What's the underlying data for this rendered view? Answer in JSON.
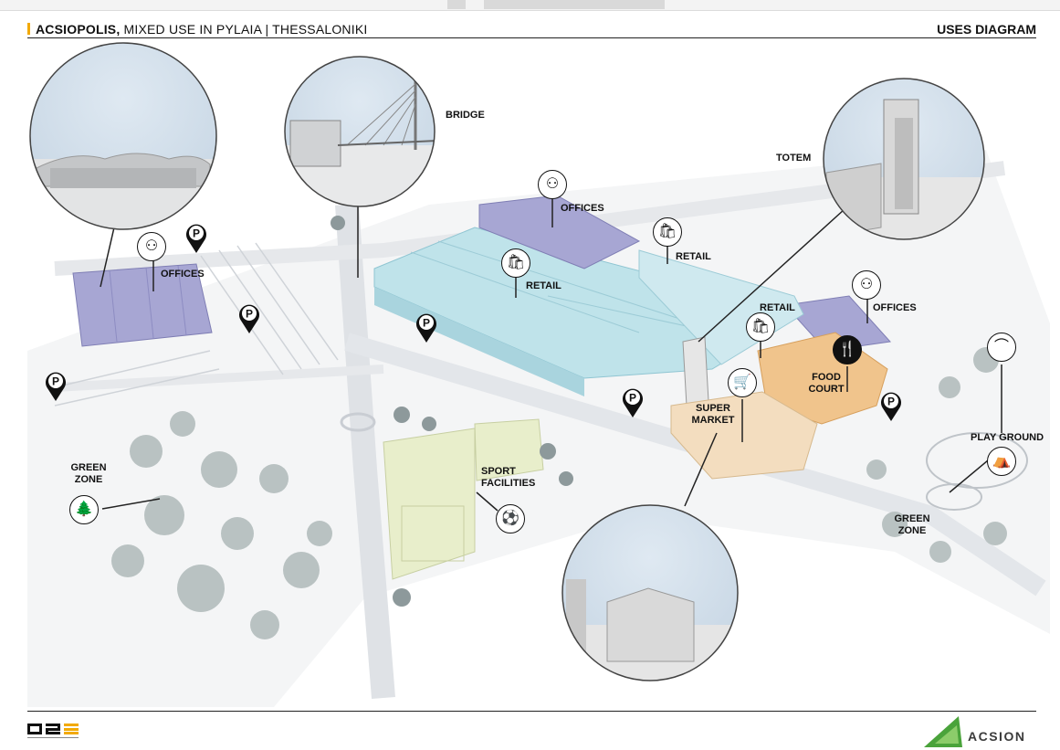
{
  "header": {
    "title_bold": "ACSIOPOLIS,",
    "title_rest": " MIXED USE IN PYLAIA  | THESSALONIKI",
    "right": "USES DIAGRAM"
  },
  "footer": {
    "brand": "ACSION"
  },
  "labels": {
    "bridge": "BRIDGE",
    "totem": "TOTEM",
    "offices_top": "OFFICES",
    "offices_left": "OFFICES",
    "offices_right": "OFFICES",
    "retail_1": "RETAIL",
    "retail_2": "RETAIL",
    "retail_3": "RETAIL",
    "food_court_1": "FOOD",
    "food_court_2": "COURT",
    "super_market_1": "SUPER",
    "super_market_2": "MARKET",
    "sport_1": "SPORT",
    "sport_2": "FACILITIES",
    "playground": "PLAY GROUND",
    "green_left_1": "GREEN",
    "green_left_2": "ZONE",
    "green_right_1": "GREEN",
    "green_right_2": "ZONE"
  },
  "icons": {
    "parking_glyph": "P",
    "retail_glyph": "🛍",
    "office_glyph": "⚇",
    "food_glyph": "🍴",
    "cart_glyph": "🛒",
    "tree_glyph": "🌲",
    "sport_glyph": "⚽",
    "playground_glyph": "⛺",
    "pavilion_glyph": "⌒"
  },
  "colors": {
    "accent_bar": "#f2a900",
    "offices": "#a7a6d3",
    "retail": "#bfe3ea",
    "food_court": "#f0c48c",
    "supermarket": "#f3ddbf",
    "sport": "#e8eecb",
    "brand_green": "#4aa33b"
  }
}
